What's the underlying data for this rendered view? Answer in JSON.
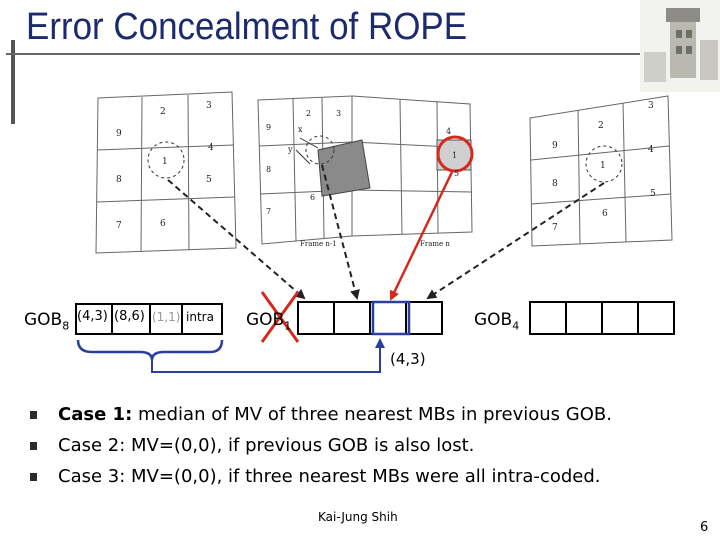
{
  "slide": {
    "title": "Error Concealment of ROPE",
    "author": "Kai-Jung Shih",
    "page_number": "6"
  },
  "diagram": {
    "left_grid": {
      "numbers": [
        "2",
        "3",
        "9",
        "4",
        "1",
        "8",
        "5",
        "7",
        "6"
      ]
    },
    "middle_grid": {
      "numbers": [
        "2",
        "3",
        "9",
        "4",
        "1",
        "8",
        "5",
        "7",
        "6"
      ],
      "axis_labels": [
        "x",
        "y"
      ],
      "frame_labels": [
        "Frame n-1",
        "Frame n"
      ]
    },
    "right_grid": {
      "numbers": [
        "2",
        "3",
        "9",
        "4",
        "1",
        "8",
        "5",
        "7",
        "6"
      ]
    },
    "gob_labels": {
      "gob8": {
        "main": "GOB",
        "sub": "8"
      },
      "gob1": {
        "main": "GOB",
        "sub": "1"
      },
      "gob4": {
        "main": "GOB",
        "sub": "4"
      }
    },
    "gob8_cells": [
      "(4,3)",
      "(8,6)",
      "(1,1)",
      "intra"
    ],
    "result_label": "(4,3)",
    "colors": {
      "red": "#d42a1e",
      "blue": "#2a3f9e",
      "arrow": "#222222",
      "title": "#1c2a6e"
    }
  },
  "bullets": [
    {
      "label": "Case 1:",
      "text": " median of MV of three nearest MBs in previous GOB."
    },
    {
      "label": "",
      "text": "Case 2: MV=(0,0), if previous GOB is also lost."
    },
    {
      "label": "",
      "text": "Case 3: MV=(0,0), if three nearest MBs were all intra-coded."
    }
  ]
}
